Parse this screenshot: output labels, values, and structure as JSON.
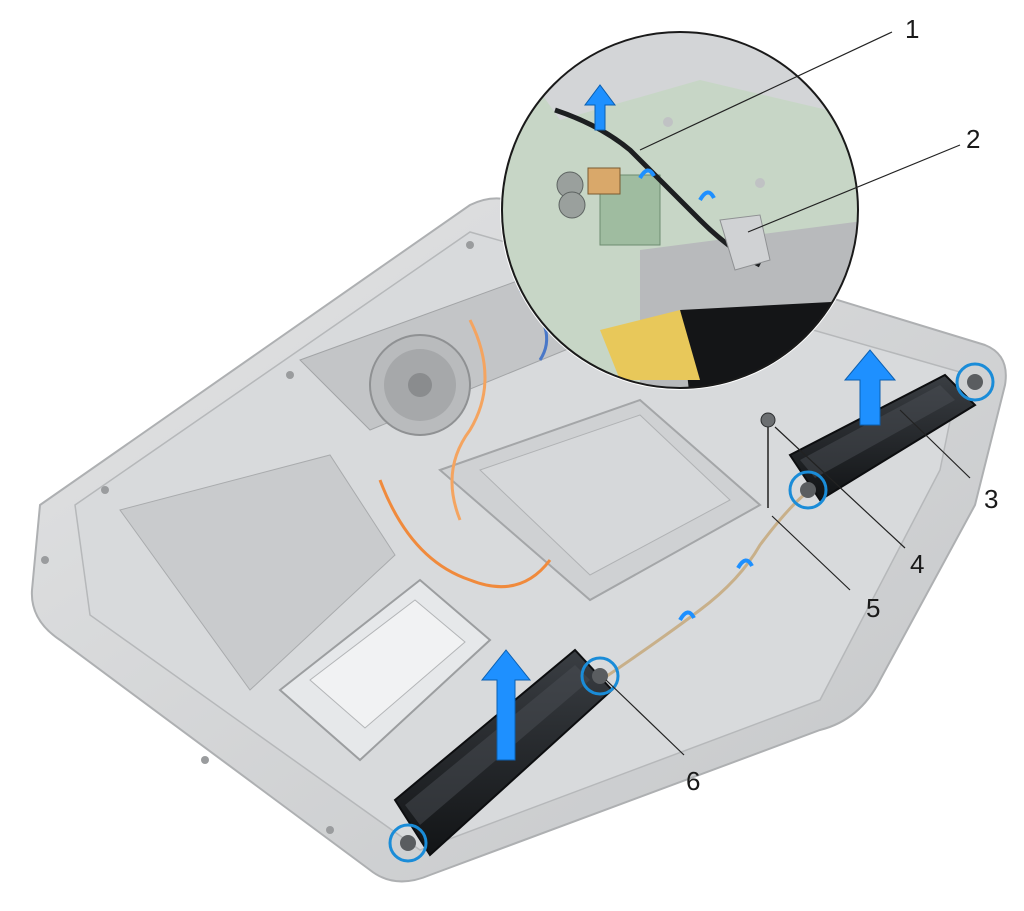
{
  "callouts": [
    {
      "label": "1",
      "part": "speaker-cable"
    },
    {
      "label": "2",
      "part": "routing-guide"
    },
    {
      "label": "3",
      "part": "speaker-right"
    },
    {
      "label": "4",
      "part": "screw"
    },
    {
      "label": "5",
      "part": "ground-cable"
    },
    {
      "label": "6",
      "part": "rubber-grommet"
    }
  ],
  "colors": {
    "callout_ring": "#1a8cd8",
    "arrow": "#1e90ff",
    "chassis": "#cfd1d3",
    "speaker": "#1f2226",
    "board": "#7fa27e",
    "leader": "#222222"
  }
}
